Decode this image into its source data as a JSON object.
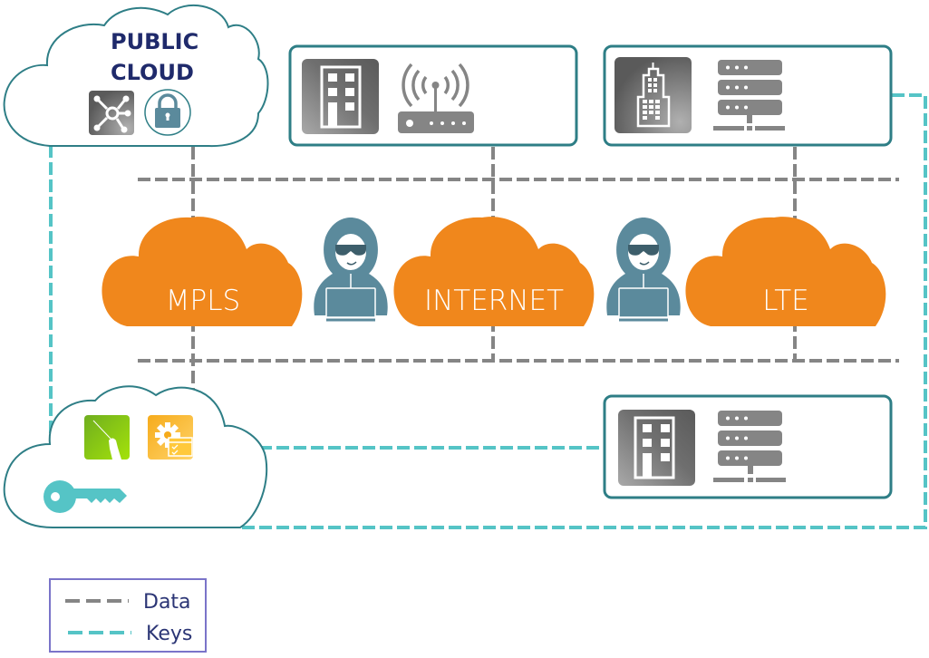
{
  "colors": {
    "data_line": "#858585",
    "keys_line": "#55c4c6",
    "box_border": "#2e7e86",
    "network_cloud": "#f0871c",
    "attacker": "#5b8a9c",
    "title_text": "#1f2a6b",
    "legend_border": "#7a74c9"
  },
  "public_cloud": {
    "title_line1": "PUBLIC",
    "title_line2": "CLOUD",
    "icons": [
      "network-hub-icon",
      "lock-icon"
    ]
  },
  "sites": [
    {
      "id": "branch-wireless",
      "icons": [
        "office-building-icon",
        "wireless-router-icon"
      ]
    },
    {
      "id": "headquarters",
      "icons": [
        "skyscraper-icon",
        "server-stack-icon"
      ]
    },
    {
      "id": "datacenter",
      "icons": [
        "office-building-icon",
        "server-stack-icon"
      ]
    }
  ],
  "networks": [
    {
      "label": "MPLS"
    },
    {
      "label": "INTERNET"
    },
    {
      "label": "LTE"
    }
  ],
  "attackers": [
    "hacker-icon",
    "hacker-icon"
  ],
  "key_cloud": {
    "icons": [
      "orchestrator-icon",
      "settings-policy-icon",
      "key-icon"
    ]
  },
  "legend": {
    "items": [
      {
        "label": "Data",
        "style": "data"
      },
      {
        "label": "Keys",
        "style": "keys"
      }
    ]
  }
}
